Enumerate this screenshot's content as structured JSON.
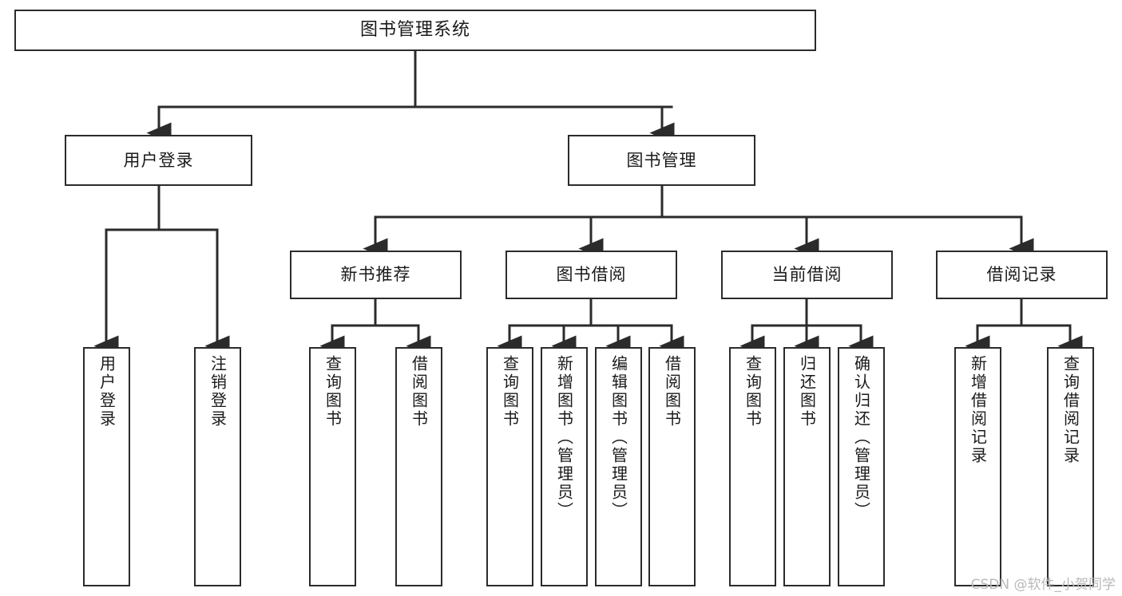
{
  "diagram": {
    "type": "tree",
    "title": "图书管理系统",
    "watermark": "CSDN @软件_小贺同学",
    "colors": {
      "box_border": "#2b2b2b",
      "box_fill": "#ffffff",
      "edge": "#2b2b2b",
      "text": "#1a1a1a",
      "watermark": "#b9b9b9",
      "background": "#ffffff"
    },
    "nodes": {
      "root": {
        "label": "图书管理系统"
      },
      "level2": [
        {
          "id": "user-login",
          "label": "用户登录"
        },
        {
          "id": "book-manage",
          "label": "图书管理"
        }
      ],
      "level3": [
        {
          "id": "new-book-rec",
          "label": "新书推荐"
        },
        {
          "id": "book-borrow",
          "label": "图书借阅"
        },
        {
          "id": "current-borrow",
          "label": "当前借阅"
        },
        {
          "id": "borrow-record",
          "label": "借阅记录"
        }
      ],
      "leaves": {
        "user_login": [
          {
            "id": "leaf-user-login",
            "label": "用户登录"
          },
          {
            "id": "leaf-logout-login",
            "label": "注销登录"
          }
        ],
        "new_book_rec": [
          {
            "id": "leaf-query-book-1",
            "label": "查询图书"
          },
          {
            "id": "leaf-borrow-book-1",
            "label": "借阅图书"
          }
        ],
        "book_borrow": [
          {
            "id": "leaf-query-book-2",
            "label": "查询图书"
          },
          {
            "id": "leaf-add-book",
            "label": "新增图书（管理员）"
          },
          {
            "id": "leaf-edit-book",
            "label": "编辑图书（管理员）"
          },
          {
            "id": "leaf-borrow-book-2",
            "label": "借阅图书"
          }
        ],
        "current_borrow": [
          {
            "id": "leaf-query-book-3",
            "label": "查询图书"
          },
          {
            "id": "leaf-return-book",
            "label": "归还图书"
          },
          {
            "id": "leaf-confirm-return",
            "label": "确认归还（管理员）"
          }
        ],
        "borrow_record": [
          {
            "id": "leaf-add-record",
            "label": "新增借阅记录"
          },
          {
            "id": "leaf-query-record",
            "label": "查询借阅记录"
          }
        ]
      }
    }
  }
}
